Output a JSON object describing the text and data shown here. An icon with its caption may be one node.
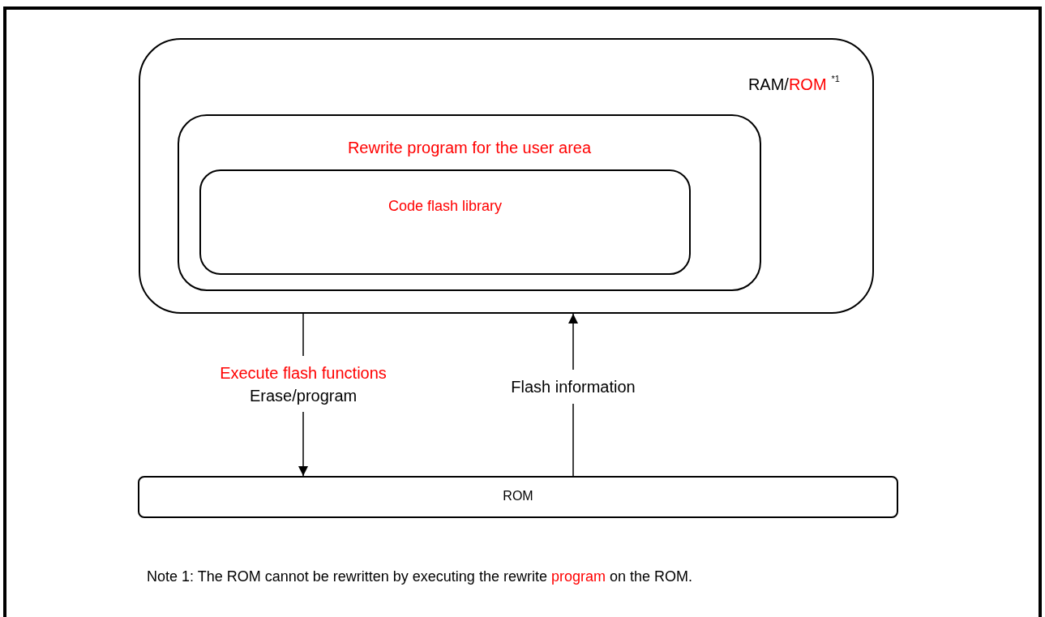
{
  "diagram": {
    "nodes": [
      {
        "text": [
          "RAM/",
          "ROM",
          "*1"
        ]
      },
      {
        "text": [
          "Rewrite program for the user area"
        ],
        "in": 0
      },
      {
        "text": [
          "Code flash library"
        ],
        "in": 1
      },
      {
        "text": [
          "ROM"
        ]
      }
    ],
    "edges": [
      {
        "from": 0,
        "to": 3,
        "arrow": "to",
        "label": "Execute flash functions"
      },
      {
        "from": 3,
        "to": 0,
        "arrow": "to",
        "label": "Flash information"
      }
    ],
    "labels": [
      "Erase/program",
      "Note 1: The ROM cannot be rewritten by executing the rewrite",
      "program",
      "on the ROM."
    ]
  }
}
